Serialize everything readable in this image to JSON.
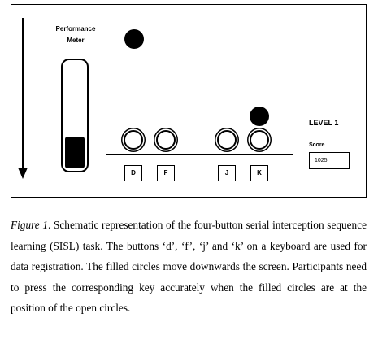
{
  "figure": {
    "performance_meter": {
      "title_line1": "Performance",
      "title_line2": "Meter",
      "fill_fraction": 0.3
    },
    "buttons": [
      {
        "key": "D"
      },
      {
        "key": "F"
      },
      {
        "key": "J"
      },
      {
        "key": "K"
      }
    ],
    "falling_circles": [
      {
        "lane": "D"
      },
      {
        "lane": "K"
      }
    ],
    "level_label": "LEVEL 1",
    "score_label": "Score",
    "score_value": "1025",
    "colors": {
      "ink": "#000000",
      "background": "#ffffff"
    }
  },
  "caption": {
    "label": "Figure 1",
    "text": ". Schematic representation of the four-button serial interception sequence learning (SISL) task. The buttons ‘d’, ‘f’, ‘j’ and ‘k’ on a keyboard are used for data registration. The filled circles move downwards the screen. Participants need to press the corresponding key accurately when the filled circles are at the position of the open circles."
  }
}
